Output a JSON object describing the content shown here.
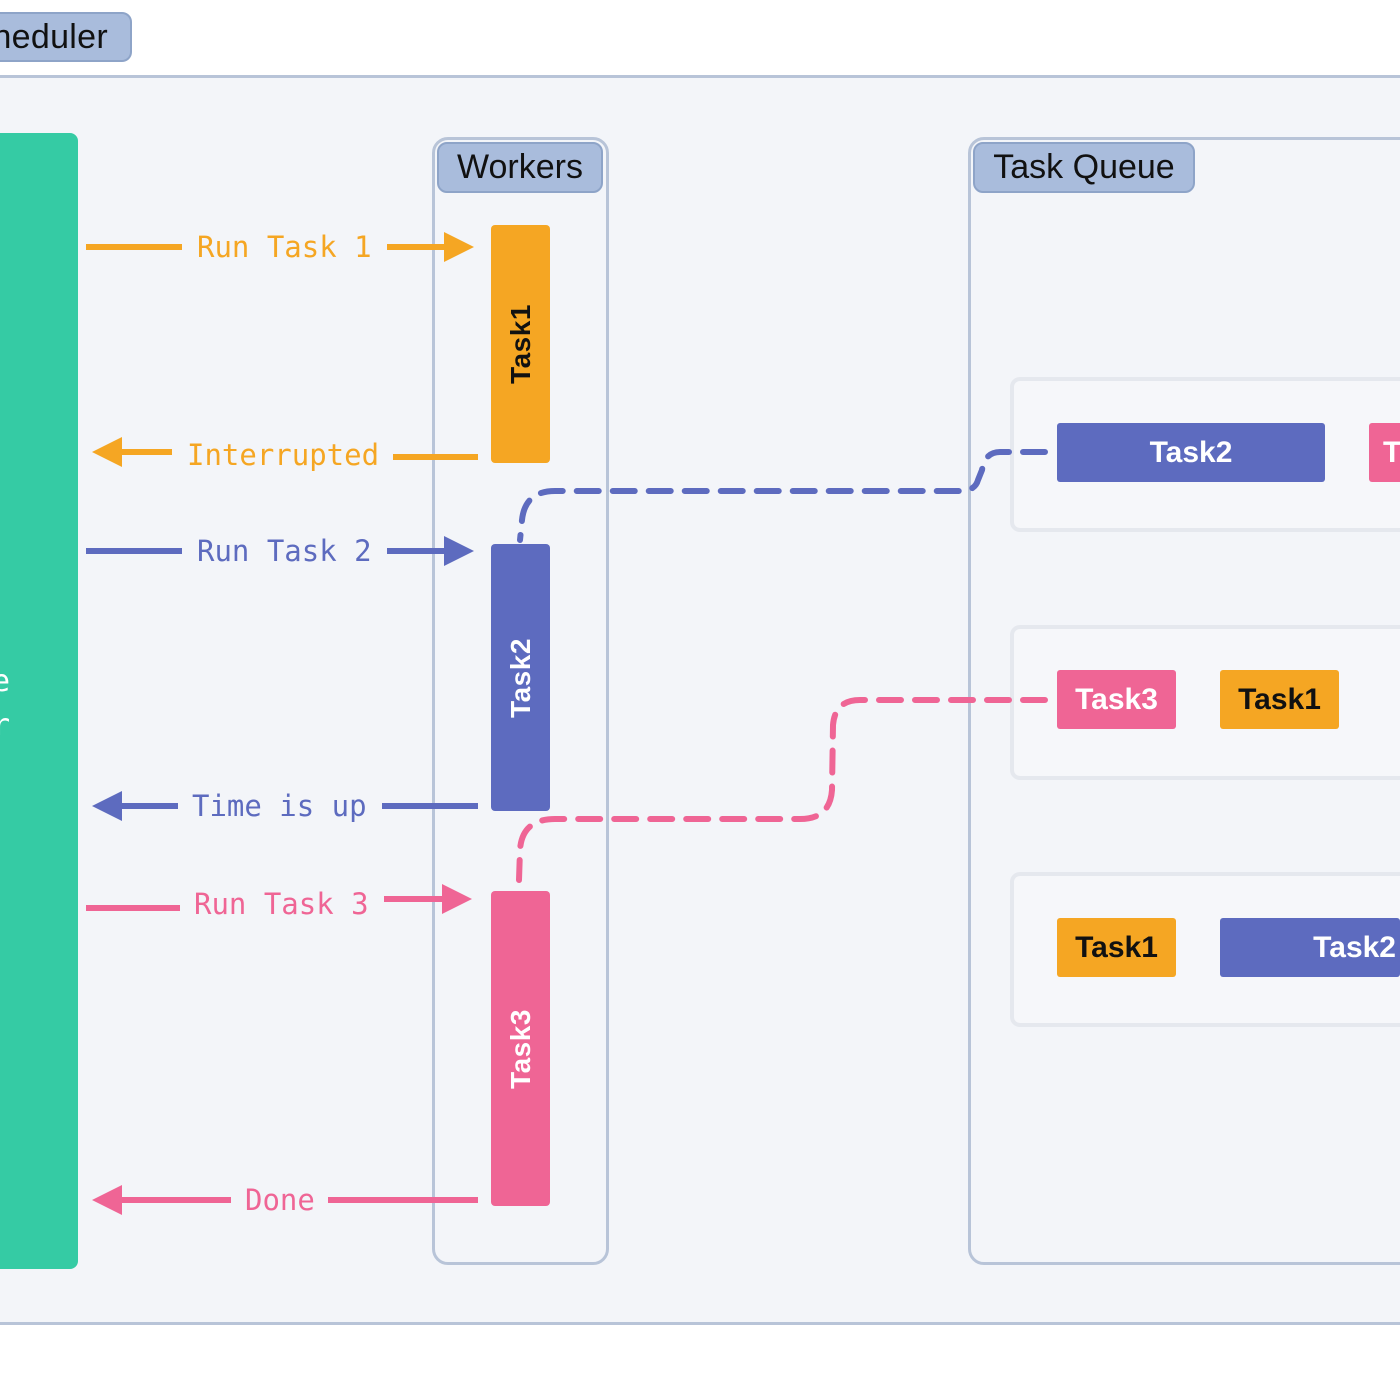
{
  "scheduler": {
    "tab_label": "heduler",
    "bar_text_1": "e",
    "bar_text_2": "r"
  },
  "workers": {
    "title": "Workers"
  },
  "queue": {
    "title": "Task Queue"
  },
  "worker_tasks": {
    "task1": "Task1",
    "task2": "Task2",
    "task3": "Task3"
  },
  "queue_slots": {
    "slot1": {
      "chip_a": "Task2",
      "chip_b": "T"
    },
    "slot2": {
      "chip_a": "Task3",
      "chip_b": "Task1"
    },
    "slot3": {
      "chip_a": "Task1",
      "chip_b": "Task2"
    }
  },
  "arrows": {
    "run_task_1": "Run Task 1",
    "interrupted": "Interrupted",
    "run_task_2": "Run Task 2",
    "time_is_up": "Time is up",
    "run_task_3": "Run Task 3",
    "done": "Done"
  },
  "colors": {
    "orange": "#f5a623",
    "blue": "#5d6bbf",
    "pink": "#ef6595",
    "green": "#35cba4",
    "panel": "#f3f5f9",
    "border": "#b8c4d8",
    "title_bg": "#a9bcdc"
  }
}
